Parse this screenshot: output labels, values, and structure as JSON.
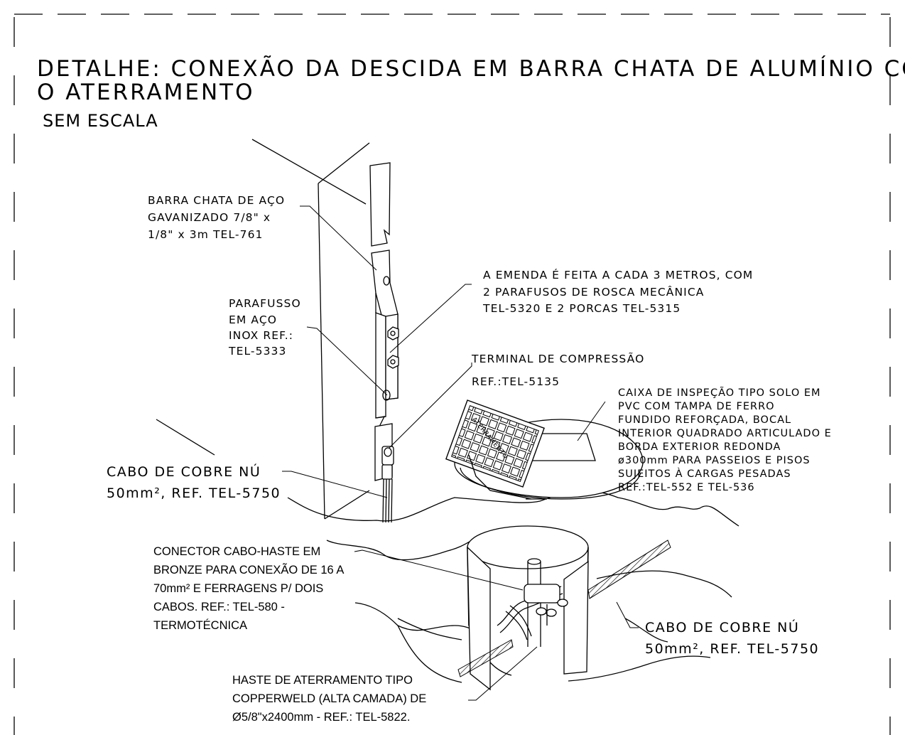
{
  "title": {
    "line1": "DETALHE: CONEXÃO DA DESCIDA EM BARRA CHATA DE ALUMÍNIO COM",
    "line2": "O ATERRAMENTO",
    "scale": "SEM ESCALA"
  },
  "labels": {
    "barra": [
      "BARRA CHATA DE AÇO",
      "GAVANIZADO 7/8\" x",
      "1/8\" x 3m TEL-761"
    ],
    "emenda": [
      "A EMENDA É FEITA A CADA 3 METROS, COM",
      "2 PARAFUSOS DE ROSCA MECÂNICA",
      "TEL-5320 E 2 PORCAS TEL-5315"
    ],
    "parafuso": [
      "PARAFUSSO",
      "EM AÇO",
      "INOX REF.:",
      "TEL-5333"
    ],
    "terminal": [
      "TERMINAL DE COMPRESSÃO",
      "REF.:TEL-5135"
    ],
    "caixa": [
      "CAIXA DE INSPEÇÃO TIPO SOLO EM",
      "PVC COM TAMPA DE FERRO",
      "FUNDIDO REFORÇADA, BOCAL",
      "INTERIOR QUADRADO ARTICULADO E",
      "BORDA EXTERIOR REDONDA",
      "ø300mm PARA PASSEIOS E PISOS",
      "SUJEITOS À CARGAS PESADAS",
      "REF.:TEL-552 E TEL-536"
    ],
    "cabo_left": [
      "CABO DE COBRE NÚ",
      "50mm², REF. TEL-5750"
    ],
    "conector": [
      "CONECTOR CABO-HASTE EM",
      "BRONZE PARA CONEXÃO DE 16 A",
      "70mm² E FERRAGENS P/ DOIS",
      "CABOS. REF.: TEL-580 -",
      "TERMOTÉCNICA"
    ],
    "cabo_right": [
      "CABO DE COBRE NÚ",
      "50mm², REF. TEL-5750"
    ],
    "haste": [
      "HASTE DE ATERRAMENTO TIPO",
      "COPPERWELD (ALTA CAMADA) DE",
      "Ø5/8\"x2400mm - REF.: TEL-5822."
    ],
    "grate_text": "ATERRAMENTO"
  }
}
